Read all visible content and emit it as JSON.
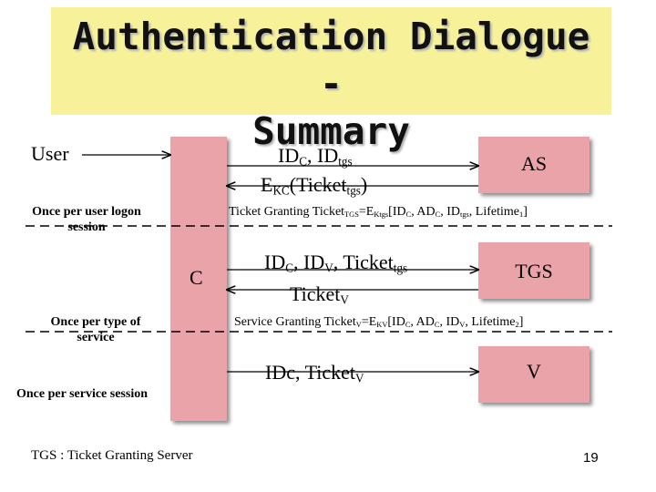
{
  "title": {
    "line1": "Authentication Dialogue -",
    "line2": "Summary"
  },
  "entities": {
    "user": "User",
    "client": "C",
    "as": "AS",
    "tgs": "TGS",
    "v": "V"
  },
  "messages": {
    "m1": {
      "id_pre": "ID",
      "id_c_sub": "C",
      "sep": ", ID",
      "tgs_sub": "tgs"
    },
    "m2": {
      "pre": "E",
      "kc_sub": "KC",
      "mid": "(Ticket",
      "tgs_sub": "tgs",
      "post": ")"
    },
    "m3": {
      "pre": "ID",
      "c_sub": "C",
      "mid1": ", ID",
      "v_sub": "V",
      "mid2": ", Ticket",
      "tgs_sub": "tgs"
    },
    "m4": {
      "pre": "Ticket",
      "v_sub": "V"
    },
    "m5": {
      "pre": "IDc, Ticket",
      "v_sub": "V"
    }
  },
  "formulas": {
    "tgt": {
      "t1": "Ticket Granting Ticket",
      "s1": "TGS",
      "t2": "=E",
      "s2": "Ktgs",
      "t3": "[ID",
      "s3": "C",
      "t4": ", AD",
      "s4": "C",
      "t5": ", ID",
      "s5": "tgs",
      "t6": ", Lifetime",
      "s6": "1",
      "t7": "]"
    },
    "sgt": {
      "t1": "Service Granting Ticket",
      "s1": "V",
      "t2": "=E",
      "s2": "KV",
      "t3": "[ID",
      "s3": "C",
      "t4": ", AD",
      "s4": "C",
      "t5": ", ID",
      "s5": "V",
      "t6": ", Lifetime",
      "s6": "2",
      "t7": "]"
    }
  },
  "phases": {
    "logon": {
      "line1": "Once per user logon",
      "line2": "session"
    },
    "type": {
      "line1": "Once per type of",
      "line2": "service"
    },
    "service": "Once per service session"
  },
  "footnote": "TGS : Ticket Granting Server",
  "page_number": "19",
  "colors": {
    "title_bg": "#f7f29a",
    "box_fill": "#eaa3a8"
  }
}
